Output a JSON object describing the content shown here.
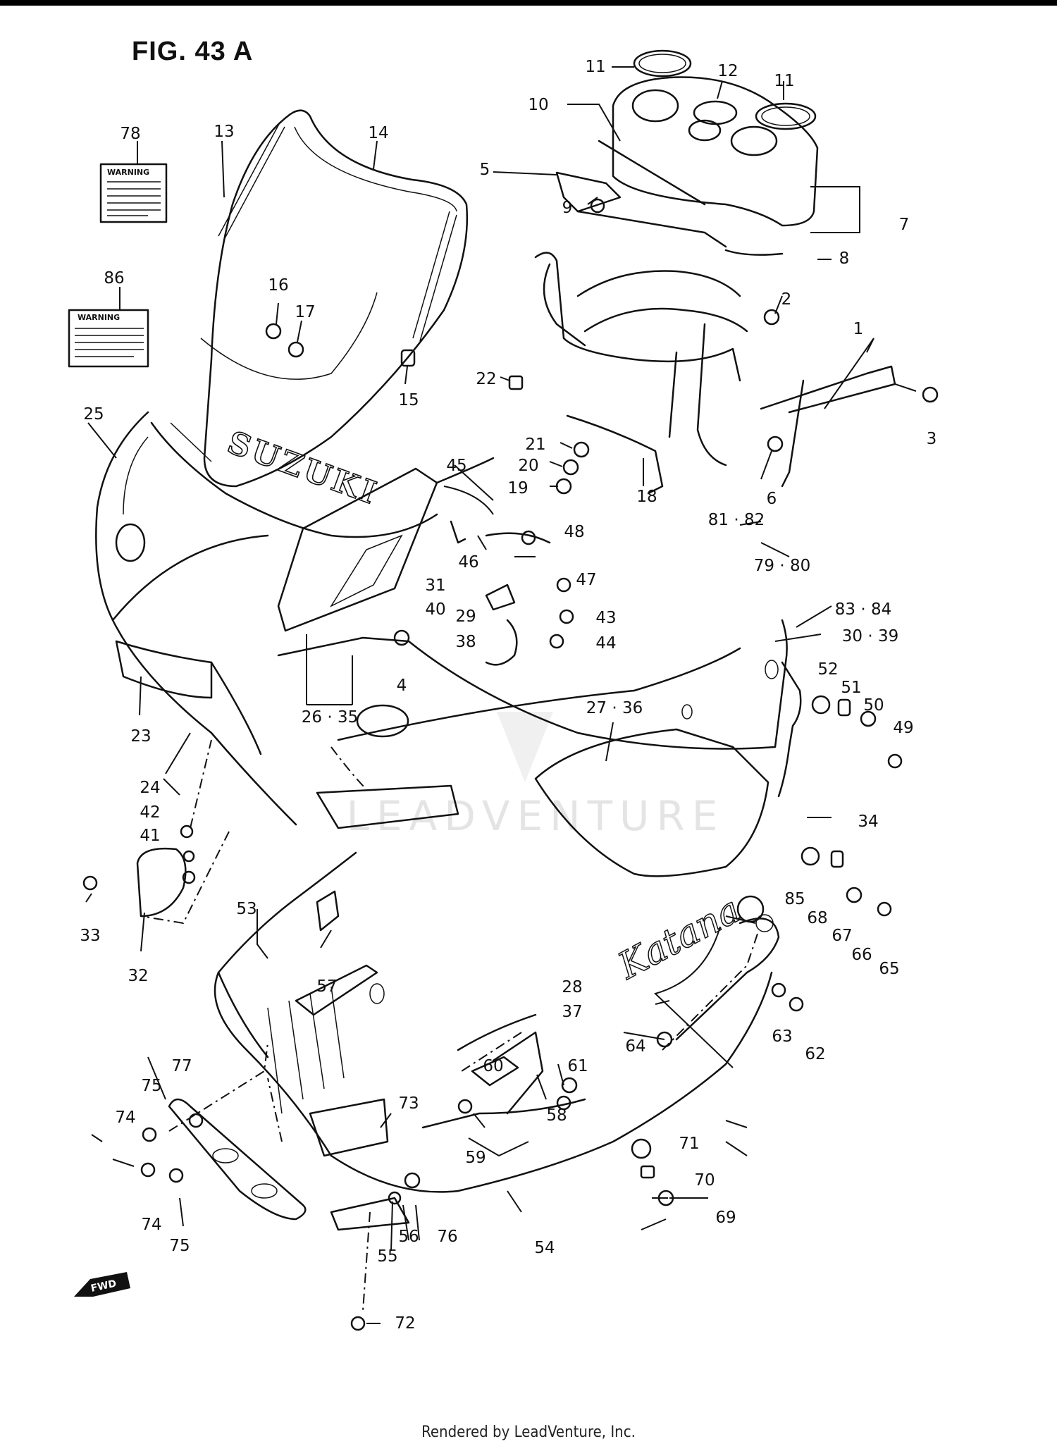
{
  "figure": {
    "title": "FIG. 43 A"
  },
  "footer": {
    "text": "Rendered by LeadVenture, Inc."
  },
  "watermark": {
    "text": "LEADVENTURE"
  },
  "decals": {
    "windscreen_brand": "SUZUKI",
    "side_script": "Katana",
    "warning_label_78": "WARNING",
    "warning_label_86": "WARNING",
    "direction_marker": "FWD"
  },
  "callouts": [
    "1",
    "2",
    "3",
    "4",
    "5",
    "6",
    "7",
    "8",
    "9",
    "10",
    "11",
    "11",
    "12",
    "13",
    "14",
    "15",
    "16",
    "17",
    "18",
    "19",
    "20",
    "21",
    "22",
    "23",
    "24",
    "25",
    "26 · 35",
    "27 · 36",
    "28",
    "37",
    "29",
    "38",
    "30 · 39",
    "31",
    "40",
    "32",
    "33",
    "34",
    "41",
    "42",
    "43",
    "44",
    "45",
    "46",
    "47",
    "48",
    "49",
    "50",
    "51",
    "52",
    "53",
    "54",
    "55",
    "56",
    "57",
    "58",
    "59",
    "60",
    "61",
    "62",
    "63",
    "64",
    "65",
    "66",
    "67",
    "68",
    "69",
    "70",
    "71",
    "72",
    "73",
    "74",
    "74",
    "75",
    "75",
    "76",
    "77",
    "78",
    "79 · 80",
    "81 · 82",
    "83 · 84",
    "85",
    "86"
  ]
}
